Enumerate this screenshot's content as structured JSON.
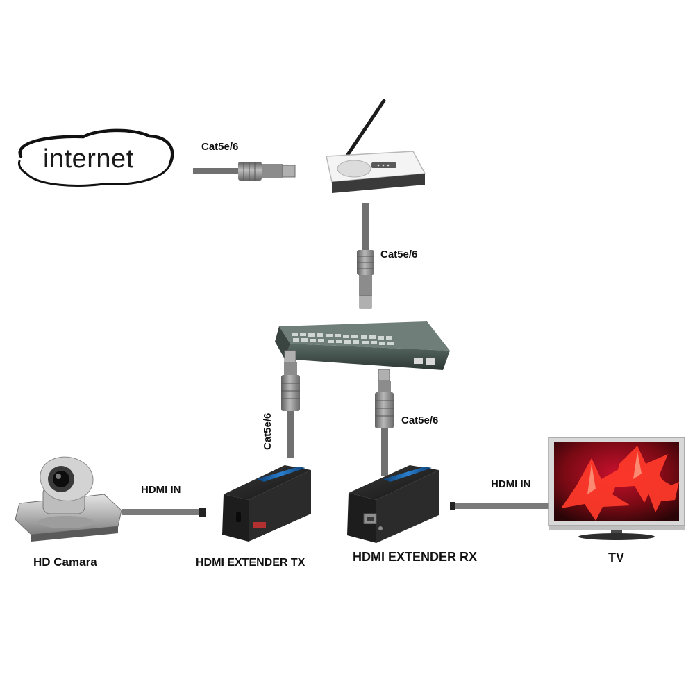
{
  "diagram": {
    "nodes": {
      "internet": {
        "label": "internet"
      },
      "router": {
        "label": ""
      },
      "switch": {
        "label": ""
      },
      "camera": {
        "label": "HD Camara"
      },
      "tx": {
        "label": "HDMI EXTENDER TX"
      },
      "rx": {
        "label": "HDMI EXTENDER RX"
      },
      "tv": {
        "label": "TV"
      }
    },
    "edges": [
      {
        "from": "internet",
        "to": "router",
        "label": "Cat5e/6"
      },
      {
        "from": "router",
        "to": "switch",
        "label": "Cat5e/6"
      },
      {
        "from": "switch",
        "to": "tx",
        "label": "Cat5e/6"
      },
      {
        "from": "switch",
        "to": "rx",
        "label": "Cat5e/6"
      },
      {
        "from": "camera",
        "to": "tx",
        "label": "HDMI IN"
      },
      {
        "from": "rx",
        "to": "tv",
        "label": "HDMI IN"
      }
    ]
  }
}
